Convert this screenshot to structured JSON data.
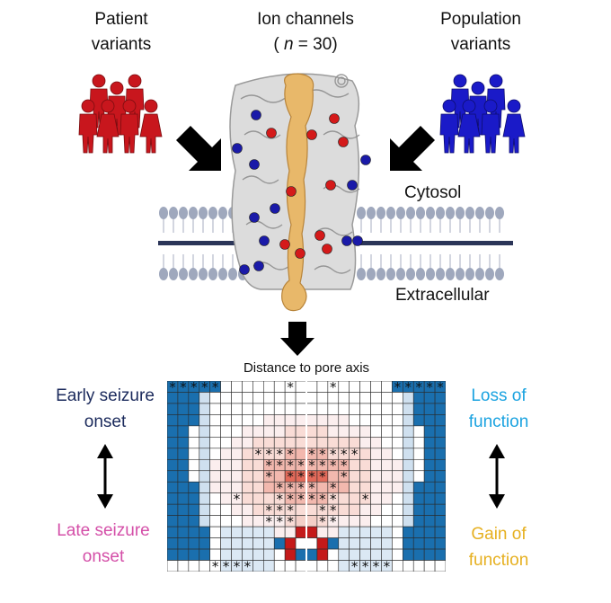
{
  "labels": {
    "patient": [
      "Patient",
      "variants"
    ],
    "ion_channels": "Ion channels",
    "n_eq": [
      "( ",
      "n",
      " = 30)"
    ],
    "population": [
      "Population",
      "variants"
    ],
    "cytosol": "Cytosol",
    "extracellular": "Extracellular",
    "distance": "Distance to pore axis",
    "early": [
      "Early seizure",
      "onset"
    ],
    "late": [
      "Late seizure",
      "onset"
    ],
    "loss": [
      "Loss of",
      "function"
    ],
    "gain": [
      "Gain of",
      "function"
    ]
  },
  "colors": {
    "patient_red": "#c8161d",
    "population_blue": "#1a1ac8",
    "early_text": "#1b2a5c",
    "late_text": "#d44fa8",
    "loss_text": "#1ba3e0",
    "gain_text": "#e6b020",
    "grid_blue": "#1a6fae",
    "grid_red": "#c41a1a",
    "pore": "#e8b86a",
    "membrane_head": "#9fa8bd",
    "membrane_line": "#2b3558"
  },
  "icons": {
    "people": "people-group-icon",
    "arrow": "arrow-icon",
    "double_arrow": "double-arrow-icon",
    "protein": "ion-channel-structure-icon"
  },
  "heatmap": {
    "rows": 17,
    "cols": 26,
    "stars": "row 0: cols 0-4, 11, 15, 21-25; rows 6-12 center cluster; row 16: cols 4-7, 17-20",
    "star_symbol": "*"
  }
}
